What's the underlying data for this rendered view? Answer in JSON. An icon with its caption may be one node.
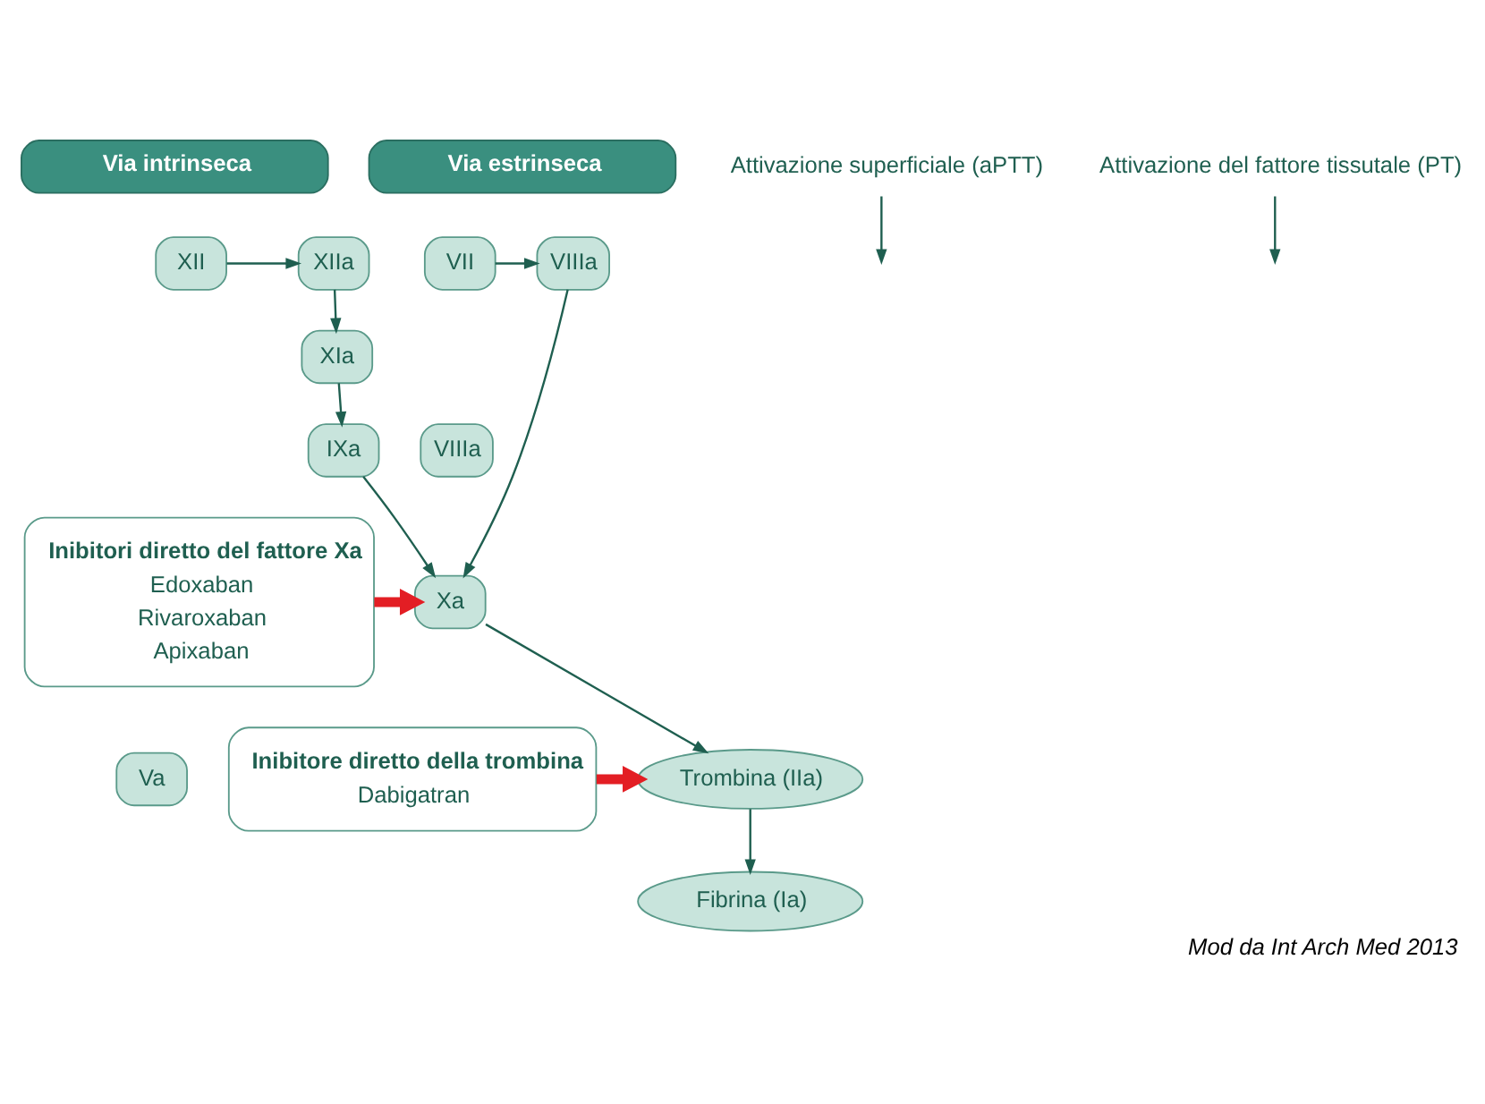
{
  "diagram": {
    "caption": "Mod da Int Arch Med 2013",
    "nodes": [
      {
        "text": [
          "Via intrinseca"
        ]
      },
      {
        "text": [
          "Via estrinseca"
        ]
      },
      {
        "text": [
          "XII"
        ]
      },
      {
        "text": [
          "XIIa"
        ]
      },
      {
        "text": [
          "VIIIa"
        ]
      },
      {
        "text": [
          "VII"
        ]
      },
      {
        "text": [
          "Attivazione superficiale (aPTT)"
        ]
      },
      {
        "text": [
          "XIa"
        ]
      },
      {
        "text": [
          "Attivazione del fattore tissutale (PT)"
        ]
      },
      {
        "text": [
          "IXa"
        ]
      },
      {
        "text": [
          "VIIIa"
        ]
      },
      {
        "text": [
          "Inibitori diretto del fattore Xa",
          "Edoxaban",
          "Rivaroxaban",
          "Apixaban"
        ]
      },
      {
        "text": [
          "Xa"
        ]
      },
      {
        "text": [
          "Va"
        ]
      },
      {
        "text": [
          "Inibitore diretto della trombina",
          "Dabigatran"
        ]
      },
      {
        "text": [
          "Trombina (IIa)"
        ]
      },
      {
        "text": [
          "Fibrina (Ia)"
        ]
      }
    ],
    "edges": [
      {
        "from": 2,
        "to": 3,
        "arrow": "to"
      },
      {
        "from": 6,
        "to": null,
        "arrow": "to"
      },
      {
        "from": 5,
        "to": 4,
        "arrow": "to"
      },
      {
        "from": 8,
        "to": null,
        "arrow": "to"
      },
      {
        "from": 3,
        "to": 7,
        "arrow": "to"
      },
      {
        "from": 7,
        "to": 9,
        "arrow": "to"
      },
      {
        "from": 9,
        "to": 12,
        "arrow": "to"
      },
      {
        "from": 4,
        "to": 12,
        "arrow": "to"
      },
      {
        "from": 11,
        "to": 12,
        "arrow": "to",
        "style": "thick",
        "color": "#e31e24"
      },
      {
        "from": 12,
        "to": 15,
        "arrow": "to"
      },
      {
        "from": 14,
        "to": 15,
        "arrow": "to",
        "style": "thick",
        "color": "#e31e24"
      },
      {
        "from": 15,
        "to": 16,
        "arrow": "to"
      }
    ]
  }
}
